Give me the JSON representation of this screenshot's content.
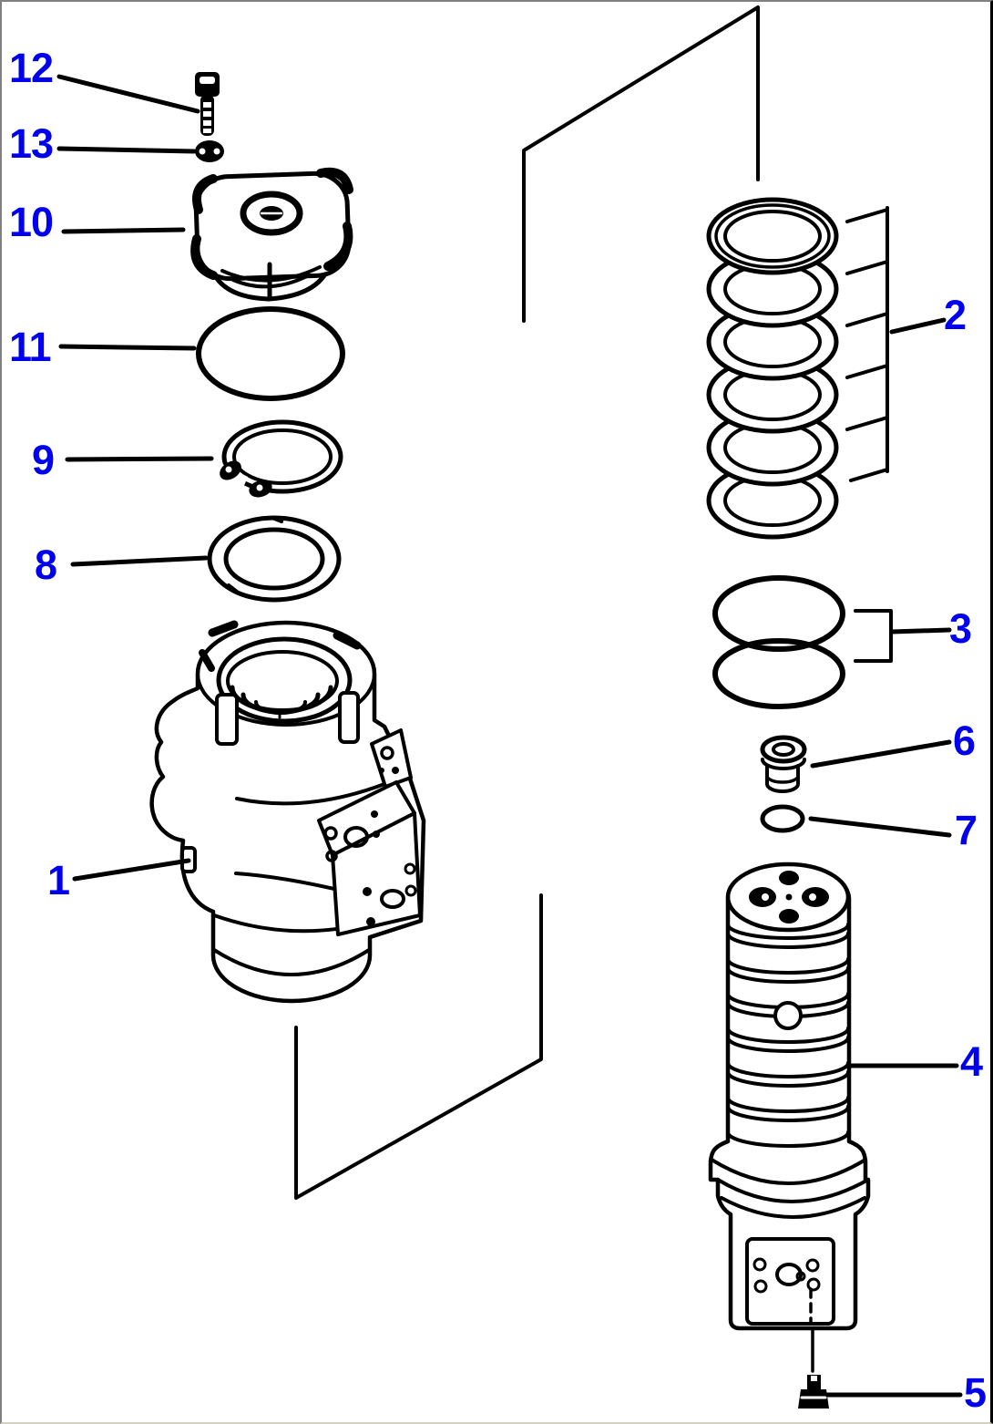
{
  "diagram": {
    "type": "exploded-parts-diagram",
    "background_color": "#ffffff",
    "line_color": "#000000",
    "callout_color": "#0000EE",
    "callouts": {
      "n1": {
        "label": "1",
        "part": "swivel-joint-housing"
      },
      "n2": {
        "label": "2",
        "part": "seal-ring-set"
      },
      "n3": {
        "label": "3",
        "part": "o-ring-pair"
      },
      "n4": {
        "label": "4",
        "part": "rotor-shaft"
      },
      "n5": {
        "label": "5",
        "part": "bottom-plug"
      },
      "n6": {
        "label": "6",
        "part": "plug"
      },
      "n7": {
        "label": "7",
        "part": "small-o-ring"
      },
      "n8": {
        "label": "8",
        "part": "seal-ring"
      },
      "n9": {
        "label": "9",
        "part": "snap-ring"
      },
      "n10": {
        "label": "10",
        "part": "cover-cap"
      },
      "n11": {
        "label": "11",
        "part": "large-o-ring"
      },
      "n12": {
        "label": "12",
        "part": "socket-bolt"
      },
      "n13": {
        "label": "13",
        "part": "washer"
      }
    }
  }
}
